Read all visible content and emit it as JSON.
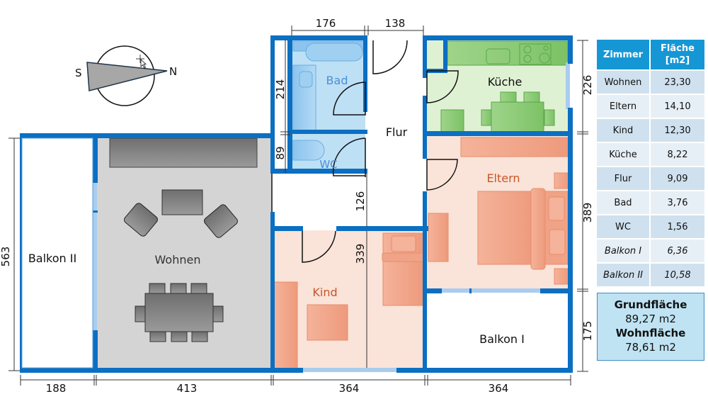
{
  "compass": {
    "south": "S",
    "north": "N"
  },
  "rooms": {
    "wohnen": "Wohnen",
    "balkon2": "Balkon II",
    "bad": "Bad",
    "wc": "WC",
    "flur": "Flur",
    "kueche": "Küche",
    "eltern": "Eltern",
    "kind": "Kind",
    "balkon1": "Balkon I"
  },
  "dimensions": {
    "top_bad": "176",
    "top_flur": "138",
    "left_bad": "214",
    "left_wc": "89",
    "left_total": "563",
    "flur_inner": "126",
    "kind_inner": "339",
    "right_kueche": "226",
    "right_eltern": "389",
    "right_balkon": "175",
    "bottom_balkon2": "188",
    "bottom_wohnen": "413",
    "bottom_kind": "364",
    "bottom_balkon1": "364"
  },
  "colors": {
    "wall": "#0b6fc2",
    "window": "#a9cdef",
    "bath_fill": "#bde0f5",
    "kitchen_fill": "#dff1d3",
    "bedroom_fill": "#fae3d8",
    "living_fill": "#d4d4d4",
    "table_header": "#1597d6"
  },
  "area_table": {
    "headers": [
      "Zimmer",
      "Fläche [m2]"
    ],
    "rows": [
      {
        "room": "Wohnen",
        "area": "23,30",
        "italic": false
      },
      {
        "room": "Eltern",
        "area": "14,10",
        "italic": false
      },
      {
        "room": "Kind",
        "area": "12,30",
        "italic": false
      },
      {
        "room": "Küche",
        "area": "8,22",
        "italic": false
      },
      {
        "room": "Flur",
        "area": "9,09",
        "italic": false
      },
      {
        "room": "Bad",
        "area": "3,76",
        "italic": false
      },
      {
        "room": "WC",
        "area": "1,56",
        "italic": false
      },
      {
        "room": "Balkon I",
        "area": "6,36",
        "italic": true
      },
      {
        "room": "Balkon II",
        "area": "10,58",
        "italic": true
      }
    ]
  },
  "summary": {
    "grund_label": "Grundfläche",
    "grund_value": "89,27 m2",
    "wohn_label": "Wohnfläche",
    "wohn_value": "78,61 m2"
  }
}
